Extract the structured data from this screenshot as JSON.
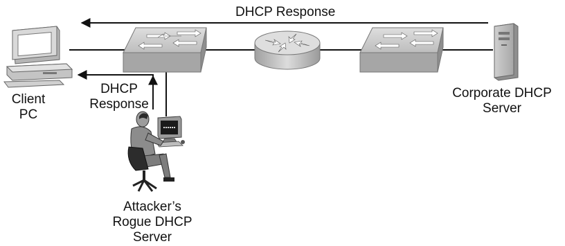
{
  "labels": {
    "top_response": "DHCP Response",
    "client_line1": "Client",
    "client_line2": "PC",
    "local_response_line1": "DHCP",
    "local_response_line2": "Response",
    "corporate_line1": "Corporate DHCP",
    "corporate_line2": "Server",
    "attacker_line1": "Attacker’s",
    "attacker_line2": "Rogue DHCP",
    "attacker_line3": "Server"
  },
  "icons": {
    "client": "desktop-pc-icon",
    "switch_left": "switch-icon",
    "router": "router-icon",
    "switch_right": "switch-icon",
    "corporate_server": "tower-server-icon",
    "attacker": "person-at-workstation-icon"
  },
  "colors": {
    "line": "#111111",
    "device_light": "#cfcfcf",
    "device_mid": "#a9a9a9",
    "device_dark": "#7d7d7d"
  }
}
